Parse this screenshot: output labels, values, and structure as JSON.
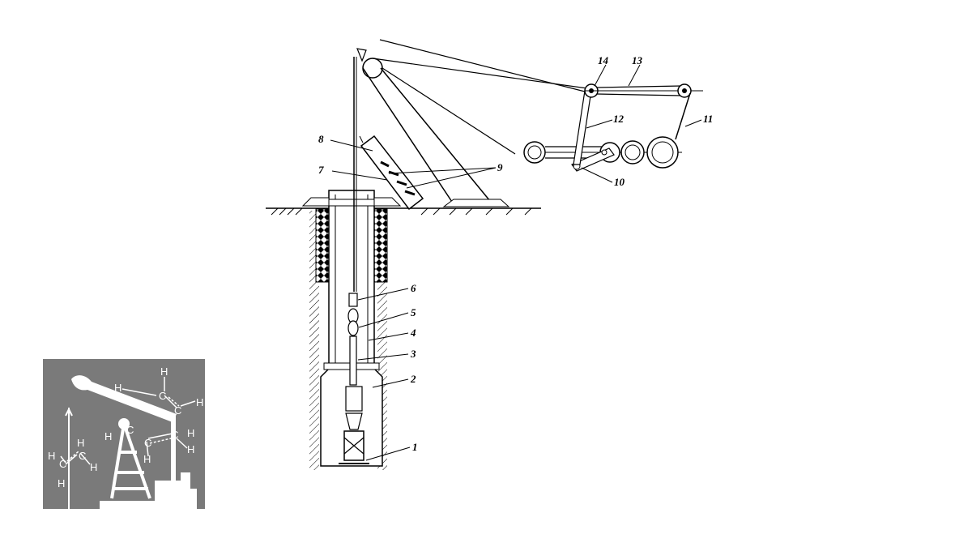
{
  "diagram": {
    "callouts": [
      {
        "id": "1",
        "text": "1"
      },
      {
        "id": "2",
        "text": "2"
      },
      {
        "id": "3",
        "text": "3"
      },
      {
        "id": "4",
        "text": "4"
      },
      {
        "id": "5",
        "text": "5"
      },
      {
        "id": "6",
        "text": "6"
      },
      {
        "id": "7",
        "text": "7"
      },
      {
        "id": "8",
        "text": "8"
      },
      {
        "id": "9",
        "text": "9"
      },
      {
        "id": "10",
        "text": "10"
      },
      {
        "id": "11",
        "text": "11"
      },
      {
        "id": "12",
        "text": "12"
      },
      {
        "id": "13",
        "text": "13"
      },
      {
        "id": "14",
        "text": "14"
      }
    ]
  },
  "logo": {
    "icon": "pump-jack-molecule-icon",
    "atoms": [
      "H",
      "C",
      "H",
      "H",
      "C",
      "H",
      "H",
      "C",
      "C",
      "H",
      "H",
      "C",
      "C",
      "H",
      "H",
      "C",
      "H",
      "H"
    ]
  },
  "colors": {
    "line": "#000000",
    "logo_bg": "#7a7a7a",
    "logo_fg": "#ffffff"
  }
}
